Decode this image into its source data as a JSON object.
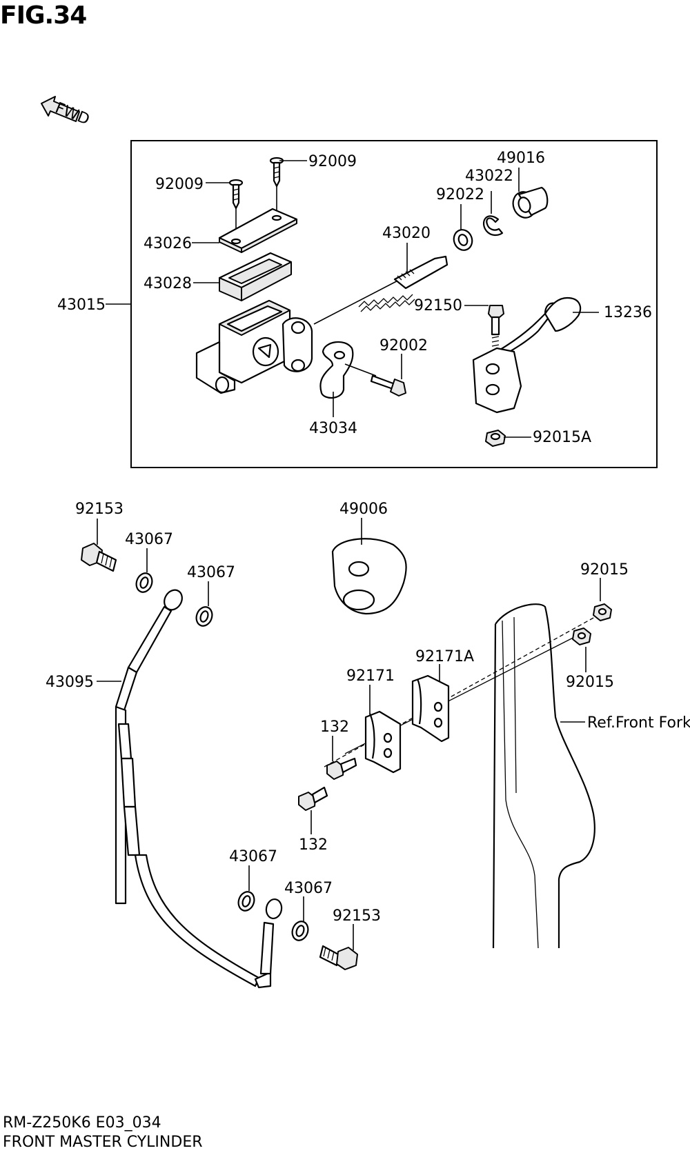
{
  "figure": {
    "title": "FIG.34",
    "fwd_label": "FWD"
  },
  "labels": {
    "l92009a": "92009",
    "l92009b": "92009",
    "l43026": "43026",
    "l43028": "43028",
    "l43015": "43015",
    "l43020": "43020",
    "l92022": "92022",
    "l43022": "43022",
    "l49016": "49016",
    "l92150": "92150",
    "l13236": "13236",
    "l92002": "92002",
    "l43034": "43034",
    "l92015A": "92015A",
    "l92153a": "92153",
    "l43067a": "43067",
    "l43067b": "43067",
    "l49006": "49006",
    "l92015a": "92015",
    "l92015b": "92015",
    "l43095": "43095",
    "l92171A": "92171A",
    "l92171": "92171",
    "l132a": "132",
    "l132b": "132",
    "lRefFork": "Ref.Front Fork",
    "l43067c": "43067",
    "l43067d": "43067",
    "l92153b": "92153"
  },
  "footer": {
    "code": "RM-Z250K6 E03_034",
    "name": "FRONT MASTER CYLINDER"
  }
}
